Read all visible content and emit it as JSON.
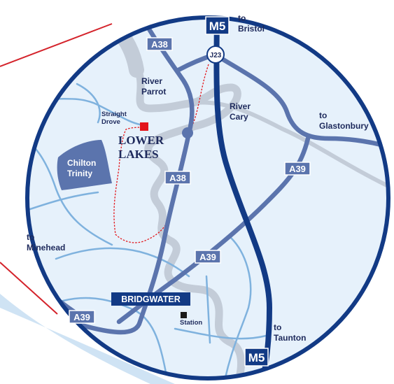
{
  "motorway": {
    "name": "M5",
    "junction": "J23",
    "north_destination": "to\nBristol",
    "south_destination": "to\nTaunton"
  },
  "roads": {
    "a38": "A38",
    "a39": "A39"
  },
  "places": {
    "site_name": "LOWER\nLAKES",
    "town": "BRIDGWATER",
    "village": "Chilton\nTrinity",
    "hamlet": "Straight\nDrove",
    "station": "Station"
  },
  "rivers": {
    "parrot": "River\nParrot",
    "cary": "River\nCary"
  },
  "destinations": {
    "glastonbury": "to\nGlastonbury",
    "minehead": "to\nMinehead"
  },
  "colors": {
    "motorway": "#123a85",
    "a_road": "#5b74ad",
    "minor_road": "#7fb2de",
    "river": "#c3ccd8",
    "map_background": "#e6f1fb",
    "site_marker": "#e3151a",
    "access_route": "#e3151a",
    "callout_lines": "#d4232b"
  }
}
